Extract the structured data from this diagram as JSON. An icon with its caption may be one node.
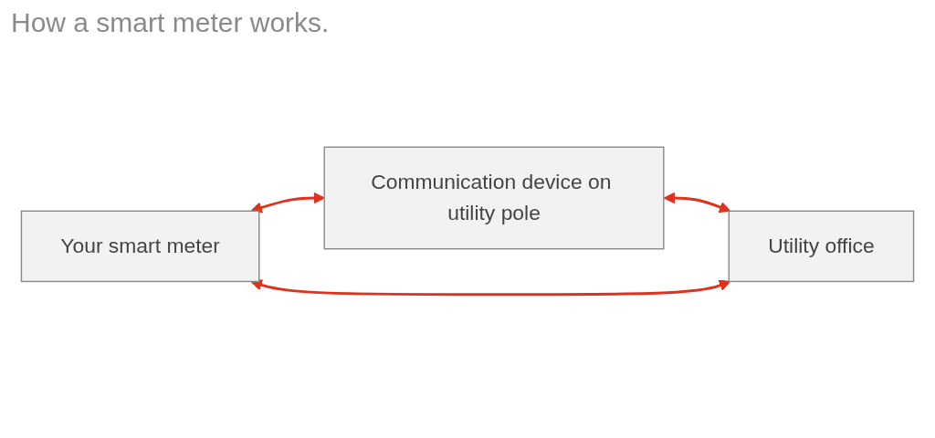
{
  "diagram": {
    "title": "How a smart meter works.",
    "nodes": [
      {
        "text": [
          "Your smart meter"
        ]
      },
      {
        "text": [
          "Communication device on utility pole"
        ]
      },
      {
        "text": [
          "Utility office"
        ]
      }
    ],
    "edges": [
      {
        "from": 0,
        "to": 1,
        "arrow": "both"
      },
      {
        "from": 1,
        "to": 2,
        "arrow": "both"
      },
      {
        "from": 0,
        "to": 2,
        "arrow": "both"
      }
    ]
  }
}
